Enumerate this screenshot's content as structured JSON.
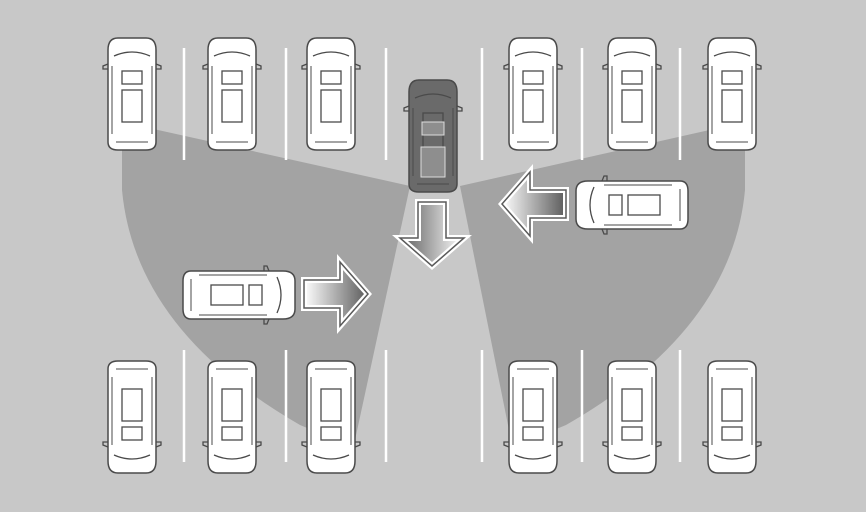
{
  "diagram": {
    "kind": "rear-cross-traffic-alert-illustration",
    "colors": {
      "background": "#c8c8c8",
      "detection_zone": "#a3a3a3",
      "lane_line": "#ffffff",
      "parked_car_body": "#ffffff",
      "parked_car_outline": "#4a4a4a",
      "subject_car_body": "#6a6a6a",
      "arrow_fill_start": "#ffffff",
      "arrow_fill_end": "#5a5a5a"
    },
    "icons": {
      "subject_vehicle": "car-top-view-dark",
      "parked_vehicle": "car-top-view-white",
      "approaching_vehicle": "car-top-view-white",
      "motion_arrow": "gradient-arrow"
    },
    "parked_rows": [
      {
        "name": "top-row",
        "count": 6
      },
      {
        "name": "bottom-row",
        "count": 6
      }
    ],
    "approaching_vehicles": [
      {
        "name": "from-left",
        "heading": "right"
      },
      {
        "name": "from-right",
        "heading": "left"
      }
    ],
    "subject_vehicle": {
      "heading": "reversing-down"
    }
  }
}
